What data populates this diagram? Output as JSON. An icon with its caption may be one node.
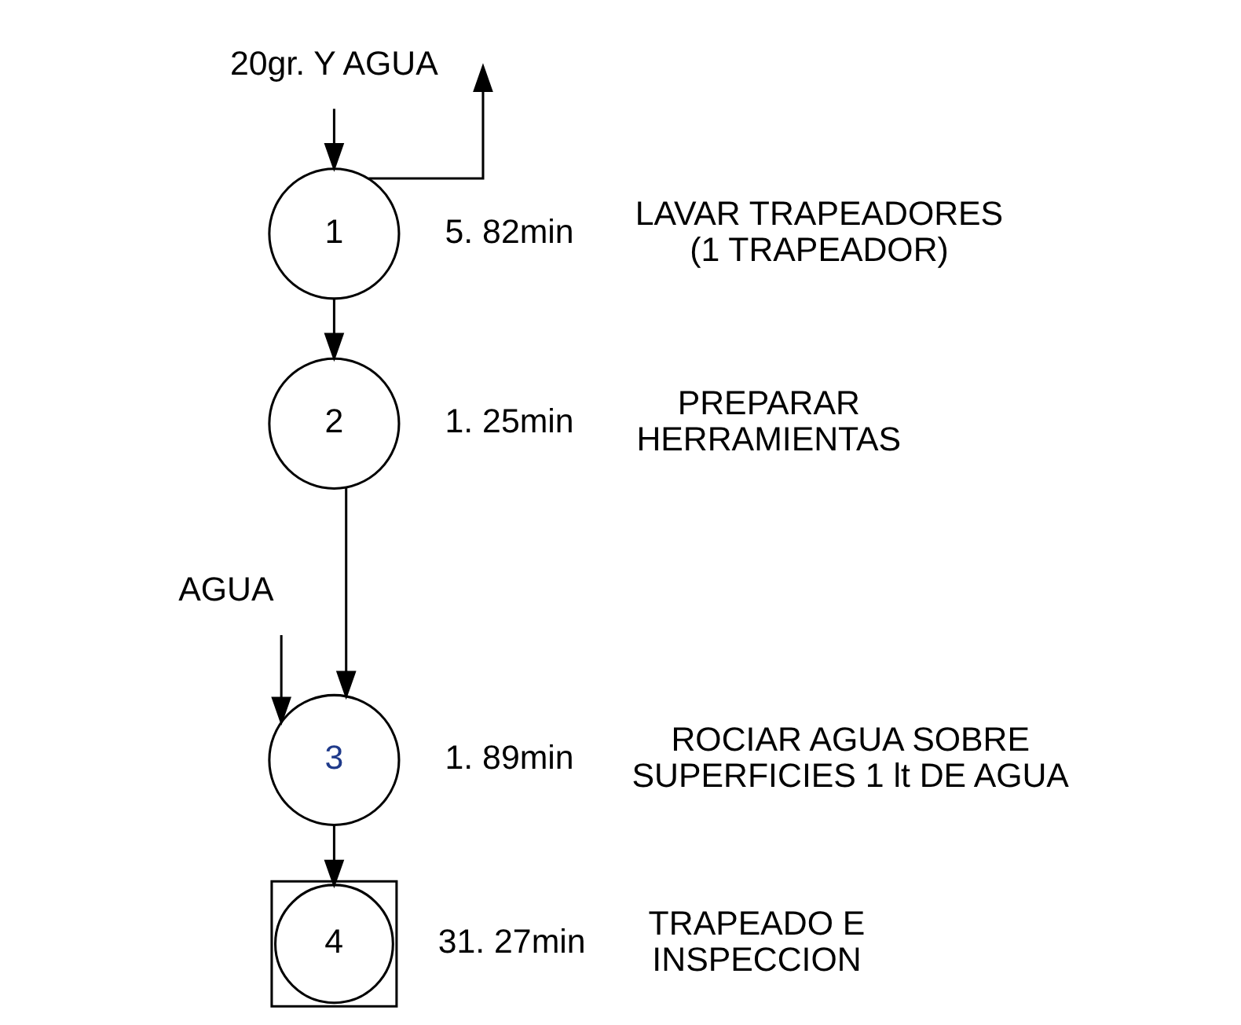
{
  "diagram": {
    "nodes": [
      {
        "text": [
          "20gr. Y AGUA"
        ]
      },
      {
        "text": [
          "1"
        ],
        "beside": [
          "5. 82min",
          "LAVAR TRAPEADORES (1 TRAPEADOR)"
        ]
      },
      {
        "text": [
          "2"
        ],
        "beside": [
          "1. 25min",
          "PREPARAR HERRAMIENTAS"
        ]
      },
      {
        "text": [
          "AGUA"
        ]
      },
      {
        "text": [
          "3"
        ],
        "beside": [
          "1. 89min",
          "ROCIAR AGUA SOBRE SUPERFICIES 1 lt DE AGUA"
        ]
      },
      {
        "text": [
          "4"
        ],
        "beside": [
          "31. 27min",
          "TRAPEADO E INSPECCION"
        ]
      }
    ],
    "edges": [
      {
        "from": 0,
        "to": 1,
        "arrow": "to"
      },
      {
        "from": 1,
        "to": null,
        "arrow": "to"
      },
      {
        "from": 1,
        "to": 2,
        "arrow": "to"
      },
      {
        "from": 3,
        "to": 4,
        "arrow": "to"
      },
      {
        "from": 2,
        "to": 4,
        "arrow": "to"
      },
      {
        "from": 4,
        "to": 5,
        "arrow": "to"
      }
    ]
  }
}
